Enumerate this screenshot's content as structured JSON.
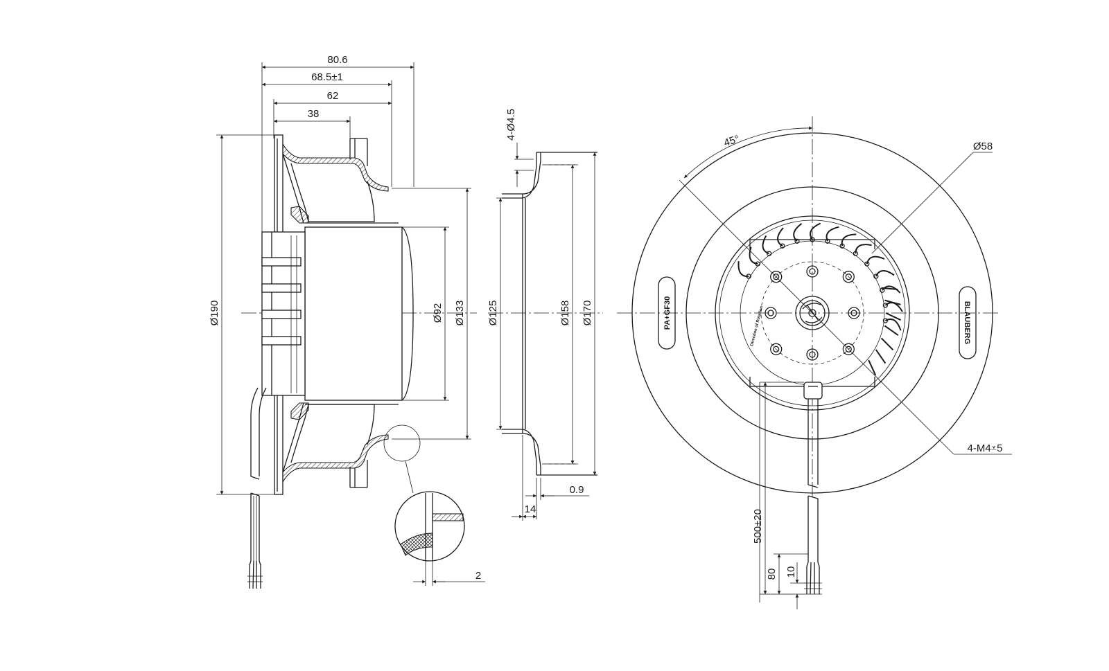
{
  "drawing": {
    "side_view": {
      "dim_overall_length": "80.6",
      "dim_impeller_length": "68.5±1",
      "dim_inlet_length": "62",
      "dim_shroud_length": "38",
      "dim_impeller_diameter": "Ø190",
      "dim_motor_diameter": "Ø92",
      "dim_flange_diameter": "Ø133",
      "detail_dim": "2"
    },
    "inlet_ring_view": {
      "dim_mounting_holes": "4-Ø4.5",
      "dim_inner_diameter": "Ø125",
      "dim_middle_diameter": "Ø158",
      "dim_outer_diameter": "Ø170",
      "dim_thickness": "0.9",
      "dim_depth": "14"
    },
    "front_view": {
      "dim_angle": "45°",
      "dim_bolt_circle": "Ø58",
      "dim_threaded_holes": "4-M4⩡5",
      "dim_cable_length": "500±20",
      "dim_strip_length": "80",
      "dim_wire_strip": "10",
      "material_label": "PA+GF30",
      "brand_label": "BLAUBERG",
      "hub_text": "Direction of Rotation"
    },
    "colors": {
      "line": "#1a1a1a",
      "background": "#ffffff"
    }
  }
}
